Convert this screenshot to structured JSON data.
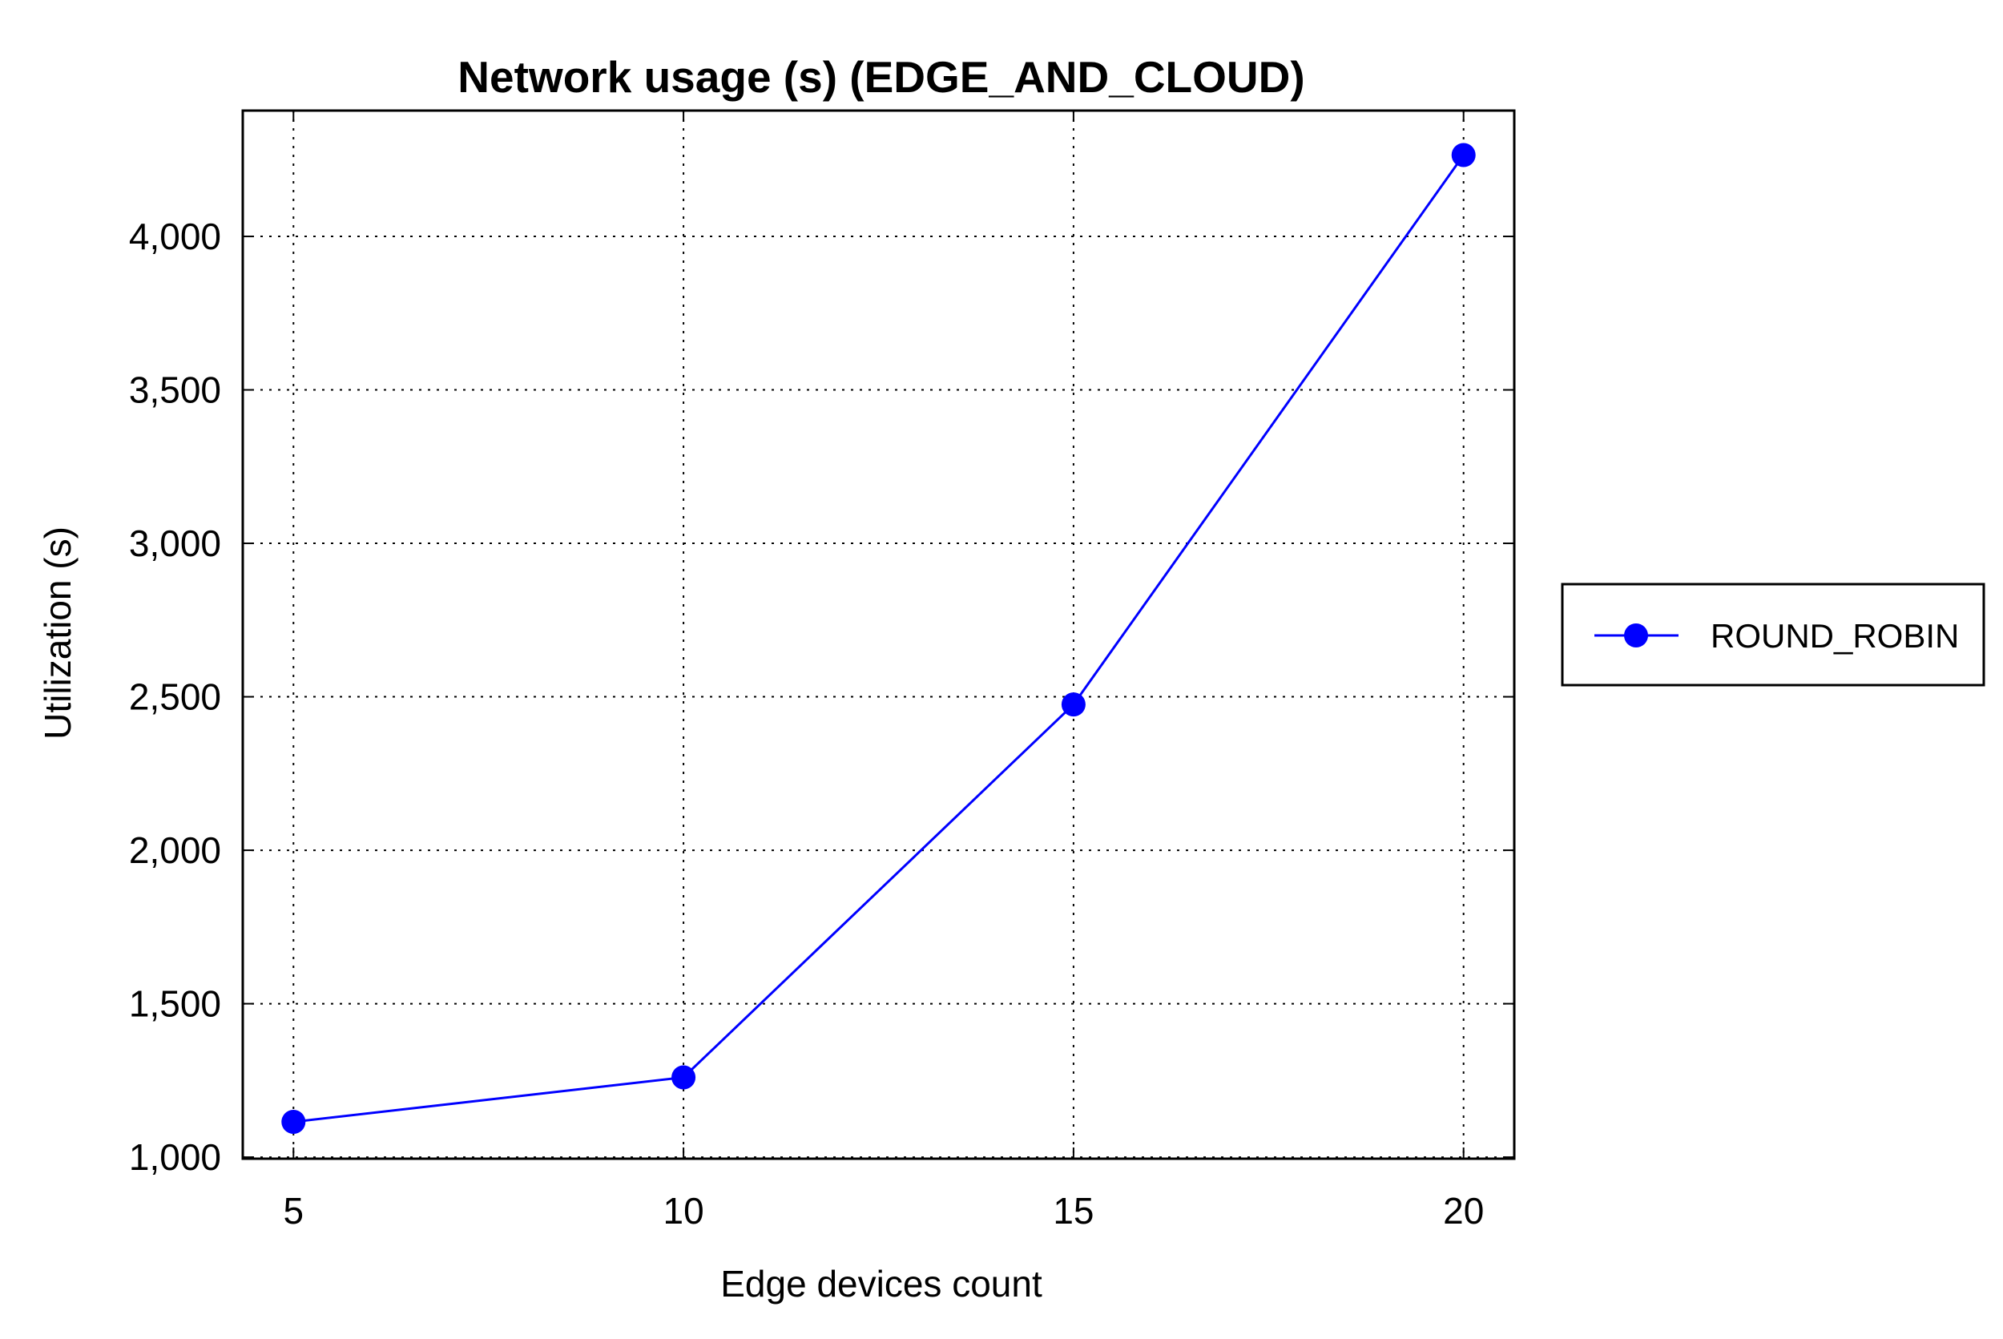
{
  "chart_data": {
    "type": "line",
    "title": "Network usage (s) (EDGE_AND_CLOUD)",
    "xlabel": "Edge devices count",
    "ylabel": "Utilization (s)",
    "x": [
      5,
      10,
      15,
      20
    ],
    "x_ticks": [
      "5",
      "10",
      "15",
      "20"
    ],
    "y_ticks": [
      1000,
      1500,
      2000,
      2500,
      3000,
      3500,
      4000
    ],
    "y_tick_labels": [
      "1,000",
      "1,500",
      "2,000",
      "2,500",
      "3,000",
      "3,500",
      "4,000"
    ],
    "xlim": [
      4.35,
      20.65
    ],
    "ylim": [
      995,
      4410
    ],
    "grid": true,
    "legend_position": "right",
    "series": [
      {
        "name": "ROUND_ROBIN",
        "color": "#0000ff",
        "marker": "circle",
        "values": [
          1115,
          1260,
          2475,
          4265
        ]
      }
    ]
  }
}
